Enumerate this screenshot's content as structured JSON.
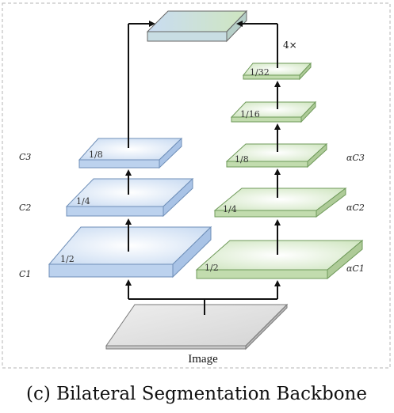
{
  "caption": "(c) Bilateral Segmentation Backbone",
  "image_label": "Image",
  "upsample_label": "4×",
  "blue_branch": {
    "side_labels": [
      "C1",
      "C2",
      "C3"
    ],
    "slabs": [
      {
        "label": "1/2"
      },
      {
        "label": "1/4"
      },
      {
        "label": "1/8"
      }
    ]
  },
  "green_branch": {
    "side_labels": [
      "αC1",
      "αC2",
      "αC3"
    ],
    "slabs": [
      {
        "label": "1/2"
      },
      {
        "label": "1/4"
      },
      {
        "label": "1/8"
      },
      {
        "label": "1/16"
      },
      {
        "label": "1/32"
      }
    ]
  },
  "colors": {
    "blue_top": "#dce8f7",
    "blue_edge": "#6f8fb8",
    "green_top": "#e0efd4",
    "green_edge": "#6f9a5a",
    "gray_top": "#e4e4e4",
    "gray_edge": "#7a7a7a",
    "fused_blue": "#c9dcf2",
    "fused_green": "#cfe6c0"
  }
}
